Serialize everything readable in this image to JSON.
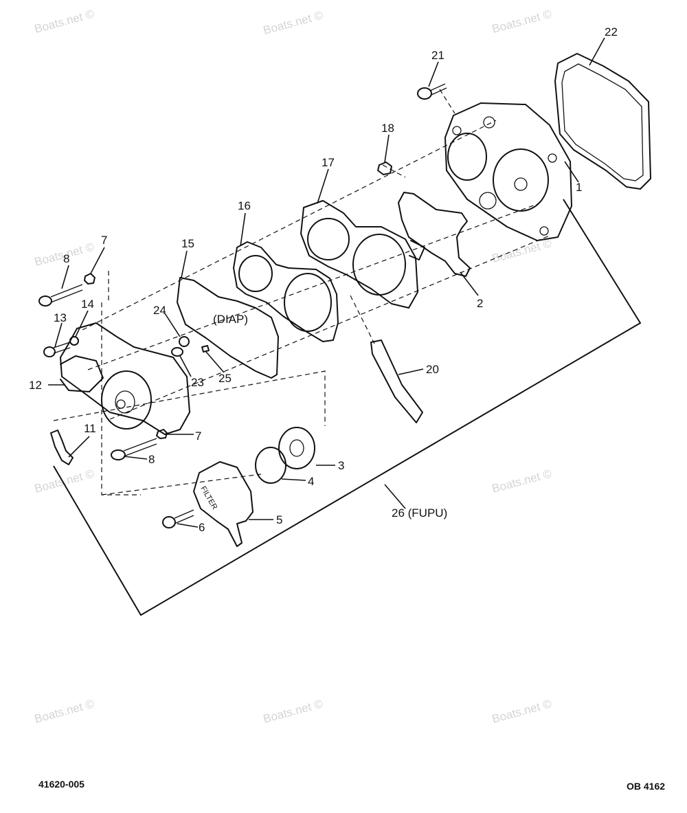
{
  "watermark": "Boats.net ©",
  "labels": {
    "p1": "1",
    "p2": "2",
    "p3": "3",
    "p4": "4",
    "p5": "5",
    "p6": "6",
    "p7a": "7",
    "p7b": "7",
    "p8a": "8",
    "p8b": "8",
    "p11": "11",
    "p12": "12",
    "p13": "13",
    "p14": "14",
    "p15": "15",
    "p16": "16",
    "p17": "17",
    "p18": "18",
    "p20": "20",
    "p21": "21",
    "p22": "22",
    "p23": "23",
    "p24": "24",
    "p25": "25",
    "diap": "(DIAP)",
    "fupu": "26 (FUPU)",
    "filter": "FILTER"
  },
  "footer": {
    "left_ref": "41620-005",
    "right_ref": "OB 4162"
  }
}
